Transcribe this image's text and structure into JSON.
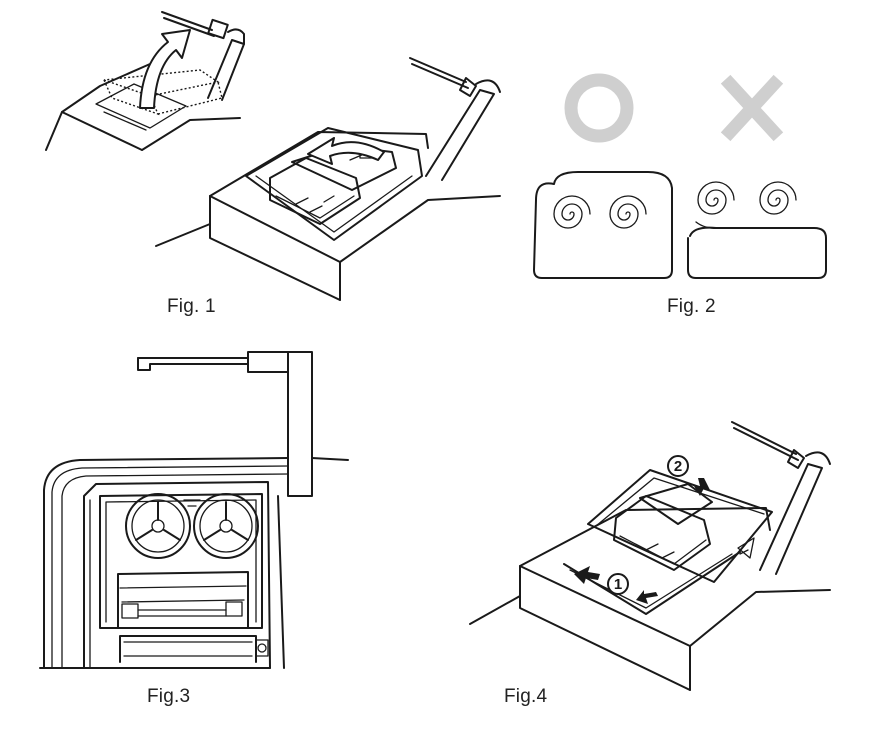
{
  "figures": {
    "fig1": {
      "caption": "Fig. 1",
      "icon": "arrow-up-icon"
    },
    "fig2": {
      "caption": "Fig. 2",
      "correct_icon": "circle-correct-icon",
      "wrong_icon": "cross-wrong-icon",
      "mark_color": "#cfcfcf"
    },
    "fig3": {
      "caption": "Fig.3"
    },
    "fig4": {
      "caption": "Fig.4",
      "step1_label": "1",
      "step2_label": "2"
    }
  }
}
